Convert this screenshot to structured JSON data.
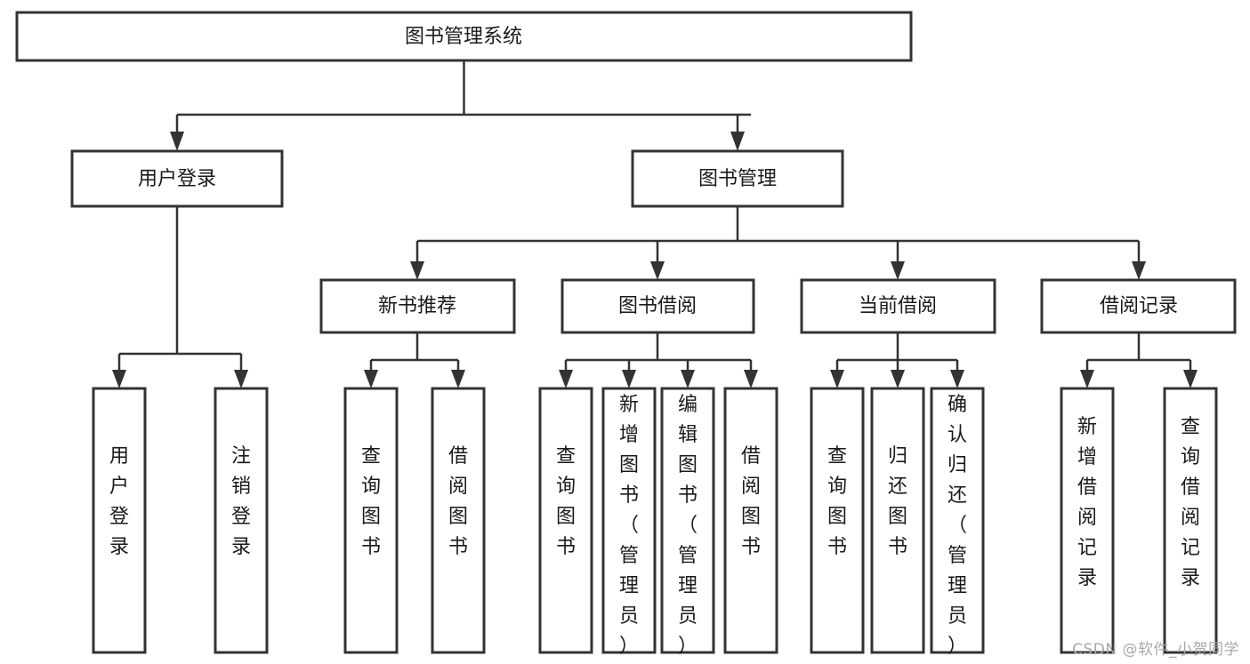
{
  "diagram": {
    "type": "tree-hierarchy-chart",
    "title_node": "图书管理系统",
    "watermark": "CSDN @软件_小贺同学",
    "colors": {
      "background": "#ffffff",
      "box_stroke": "#333333",
      "box_fill": "#ffffff",
      "text": "#1a1a1a",
      "connector": "#333333",
      "watermark": "#a8a8a8"
    },
    "levels": {
      "level0": [
        "图书管理系统"
      ],
      "level1": [
        "用户登录",
        "图书管理"
      ],
      "level2": [
        "新书推荐",
        "图书借阅",
        "当前借阅",
        "借阅记录"
      ],
      "level3": [
        "用户登录",
        "注销登录",
        "查询图书",
        "借阅图书",
        "查询图书",
        "新增图书（管理员）",
        "编辑图书（管理员）",
        "借阅图书",
        "查询图书",
        "归还图书",
        "确认归还（管理员）",
        "新增借阅记录",
        "查询借阅记录"
      ]
    },
    "nodes": {
      "root": {
        "label": "图书管理系统"
      },
      "user_login": {
        "label": "用户登录"
      },
      "book_manage": {
        "label": "图书管理"
      },
      "new_book_rec": {
        "label": "新书推荐"
      },
      "book_borrow": {
        "label": "图书借阅"
      },
      "current_borrow": {
        "label": "当前借阅"
      },
      "borrow_record": {
        "label": "借阅记录"
      },
      "leaf_user_login": {
        "label": "用户登录"
      },
      "leaf_logout": {
        "label": "注销登录"
      },
      "leaf_query_book_1": {
        "label": "查询图书"
      },
      "leaf_borrow_book_1": {
        "label": "借阅图书"
      },
      "leaf_query_book_2": {
        "label": "查询图书"
      },
      "leaf_add_book": {
        "label": "新增图书（管理员）"
      },
      "leaf_edit_book": {
        "label": "编辑图书（管理员）"
      },
      "leaf_borrow_book_2": {
        "label": "借阅图书"
      },
      "leaf_query_book_3": {
        "label": "查询图书"
      },
      "leaf_return_book": {
        "label": "归还图书"
      },
      "leaf_confirm_return": {
        "label": "确认归还（管理员）"
      },
      "leaf_add_record": {
        "label": "新增借阅记录"
      },
      "leaf_query_record": {
        "label": "查询借阅记录"
      }
    },
    "edges": [
      {
        "from": "root",
        "to": "user_login"
      },
      {
        "from": "root",
        "to": "book_manage"
      },
      {
        "from": "user_login",
        "to": "leaf_user_login"
      },
      {
        "from": "user_login",
        "to": "leaf_logout"
      },
      {
        "from": "book_manage",
        "to": "new_book_rec"
      },
      {
        "from": "book_manage",
        "to": "book_borrow"
      },
      {
        "from": "book_manage",
        "to": "current_borrow"
      },
      {
        "from": "book_manage",
        "to": "borrow_record"
      },
      {
        "from": "new_book_rec",
        "to": "leaf_query_book_1"
      },
      {
        "from": "new_book_rec",
        "to": "leaf_borrow_book_1"
      },
      {
        "from": "book_borrow",
        "to": "leaf_query_book_2"
      },
      {
        "from": "book_borrow",
        "to": "leaf_add_book"
      },
      {
        "from": "book_borrow",
        "to": "leaf_edit_book"
      },
      {
        "from": "book_borrow",
        "to": "leaf_borrow_book_2"
      },
      {
        "from": "current_borrow",
        "to": "leaf_query_book_3"
      },
      {
        "from": "current_borrow",
        "to": "leaf_return_book"
      },
      {
        "from": "current_borrow",
        "to": "leaf_confirm_return"
      },
      {
        "from": "borrow_record",
        "to": "leaf_add_record"
      },
      {
        "from": "borrow_record",
        "to": "leaf_query_record"
      }
    ]
  }
}
